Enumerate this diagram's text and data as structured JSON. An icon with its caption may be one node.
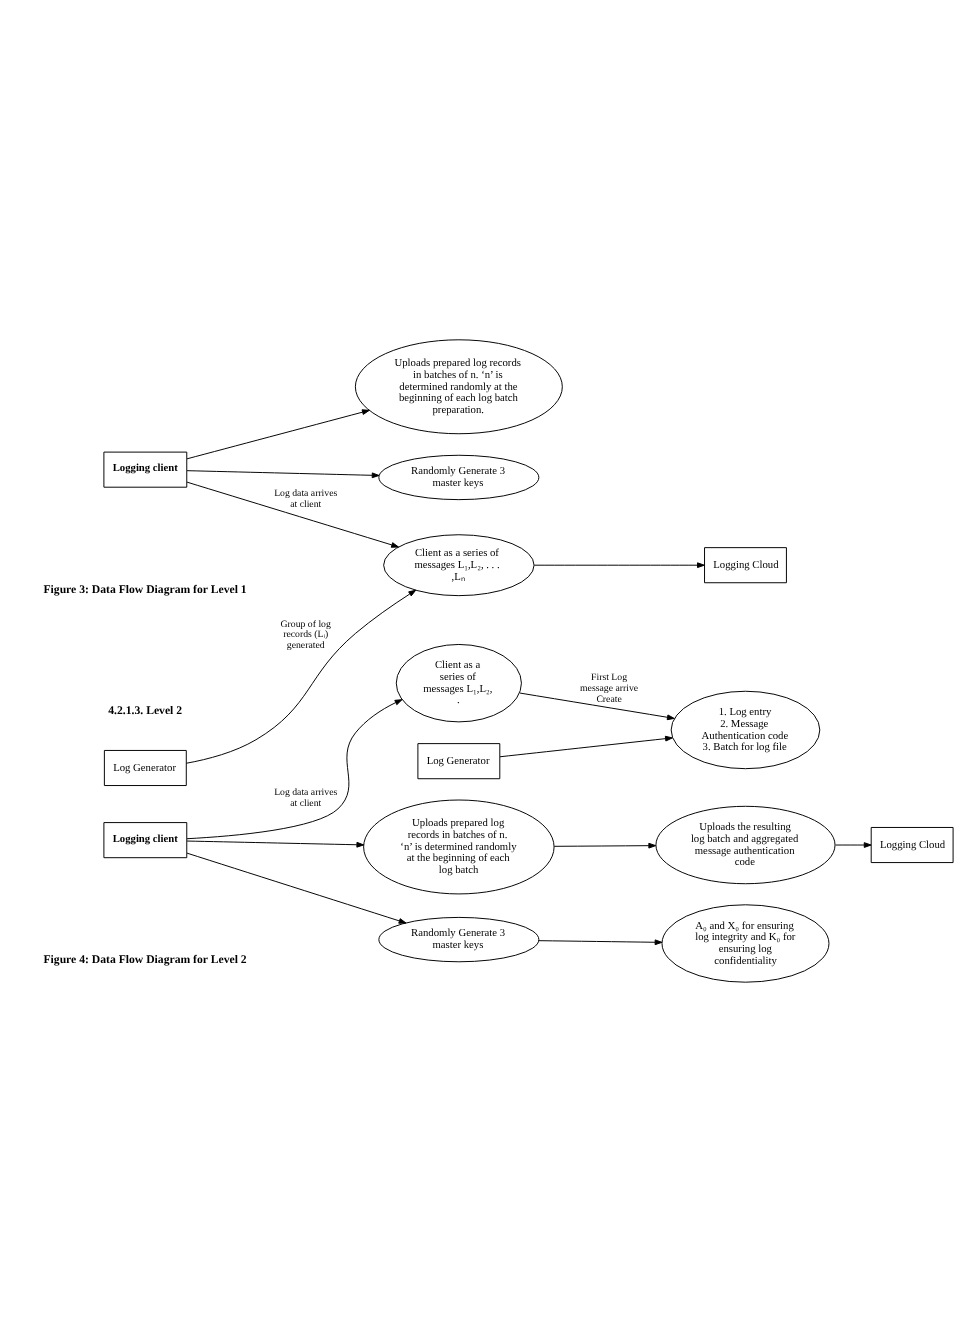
{
  "diagram": {
    "nodes": [
      {
        "text": [
          "Logging client"
        ]
      },
      {
        "text": [
          "Randomly Generate 3 master keys"
        ]
      },
      {
        "text": [
          "Client as a series of messages L₁,L₂, . . . ,Lₙ"
        ]
      },
      {
        "text": [
          "Uploads prepared log records in batches of n. ‘n’ is determined randomly at the beginning of each log batch preparation."
        ]
      },
      {
        "text": [
          "Log Generator"
        ]
      },
      {
        "text": [
          "Logging Cloud"
        ]
      },
      {
        "text": [
          "Logging client"
        ]
      },
      {
        "text": [
          "Randomly Generate 3 master keys"
        ]
      },
      {
        "text": [
          "A₀ and X₀ for ensuring log integrity and K₀ for ensuring log confidentiality"
        ]
      },
      {
        "text": [
          "Log Generator"
        ]
      },
      {
        "text": [
          "Client as a series of messages L₁,L₂, ."
        ]
      },
      {
        "text": [
          "1. Log entry",
          "2. Message Authentication code",
          "3. Batch for log file"
        ]
      },
      {
        "text": [
          "Uploads prepared log records in batches of n. ‘n’ is determined randomly at the beginning of each log batch"
        ]
      },
      {
        "text": [
          "Uploads the resulting log batch and aggregated message authentication code"
        ]
      },
      {
        "text": [
          "Logging Cloud"
        ]
      }
    ],
    "edges": [
      {
        "from": 0,
        "to": 1,
        "arrow": "to"
      },
      {
        "from": 0,
        "to": 2,
        "arrow": "to",
        "label": "Log data arrives at client"
      },
      {
        "from": 0,
        "to": 3,
        "arrow": "to"
      },
      {
        "from": 4,
        "to": 2,
        "arrow": "to",
        "label": "Group of log records (Lᵢ) generated"
      },
      {
        "from": 2,
        "to": 5,
        "arrow": "to"
      },
      {
        "from": 6,
        "to": 7,
        "arrow": "to"
      },
      {
        "from": 6,
        "to": 10,
        "arrow": "to",
        "label": "Log data arrives at client"
      },
      {
        "from": 6,
        "to": 12,
        "arrow": "to"
      },
      {
        "from": 7,
        "to": 8,
        "arrow": "to"
      },
      {
        "from": 9,
        "to": 11,
        "arrow": "to"
      },
      {
        "from": 10,
        "to": 11,
        "arrow": "to",
        "label": "First Log message arrive Create"
      },
      {
        "from": 12,
        "to": 13,
        "arrow": "to"
      },
      {
        "from": 13,
        "to": 14,
        "arrow": "to"
      }
    ],
    "labels": [
      "Figure 3: Data Flow Diagram for Level 1",
      "4.2.1.3. Level 2",
      "Figure 4: Data Flow Diagram for Level 2"
    ]
  }
}
